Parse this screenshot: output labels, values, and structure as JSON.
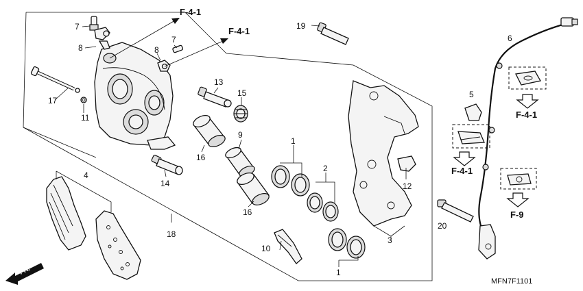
{
  "diagram": {
    "code": "MFN7F1101",
    "direction_label": "FR.",
    "callouts": [
      {
        "id": "c1",
        "text": "1"
      },
      {
        "id": "c1b",
        "text": "1"
      },
      {
        "id": "c2",
        "text": "2"
      },
      {
        "id": "c3",
        "text": "3"
      },
      {
        "id": "c4",
        "text": "4"
      },
      {
        "id": "c5",
        "text": "5"
      },
      {
        "id": "c6",
        "text": "6"
      },
      {
        "id": "c7a",
        "text": "7"
      },
      {
        "id": "c7b",
        "text": "7"
      },
      {
        "id": "c8a",
        "text": "8"
      },
      {
        "id": "c8b",
        "text": "8"
      },
      {
        "id": "c9",
        "text": "9"
      },
      {
        "id": "c10",
        "text": "10"
      },
      {
        "id": "c11",
        "text": "11"
      },
      {
        "id": "c12",
        "text": "12"
      },
      {
        "id": "c13",
        "text": "13"
      },
      {
        "id": "c14",
        "text": "14"
      },
      {
        "id": "c15",
        "text": "15"
      },
      {
        "id": "c16a",
        "text": "16"
      },
      {
        "id": "c16b",
        "text": "16"
      },
      {
        "id": "c17",
        "text": "17"
      },
      {
        "id": "c18",
        "text": "18"
      },
      {
        "id": "c19",
        "text": "19"
      },
      {
        "id": "c20",
        "text": "20"
      }
    ],
    "refs": [
      {
        "id": "r1",
        "text": "F-4-1"
      },
      {
        "id": "r2",
        "text": "F-4-1"
      },
      {
        "id": "r3",
        "text": "F-4-1"
      },
      {
        "id": "r4",
        "text": "F-4-1"
      },
      {
        "id": "r5",
        "text": "F-9"
      }
    ]
  }
}
